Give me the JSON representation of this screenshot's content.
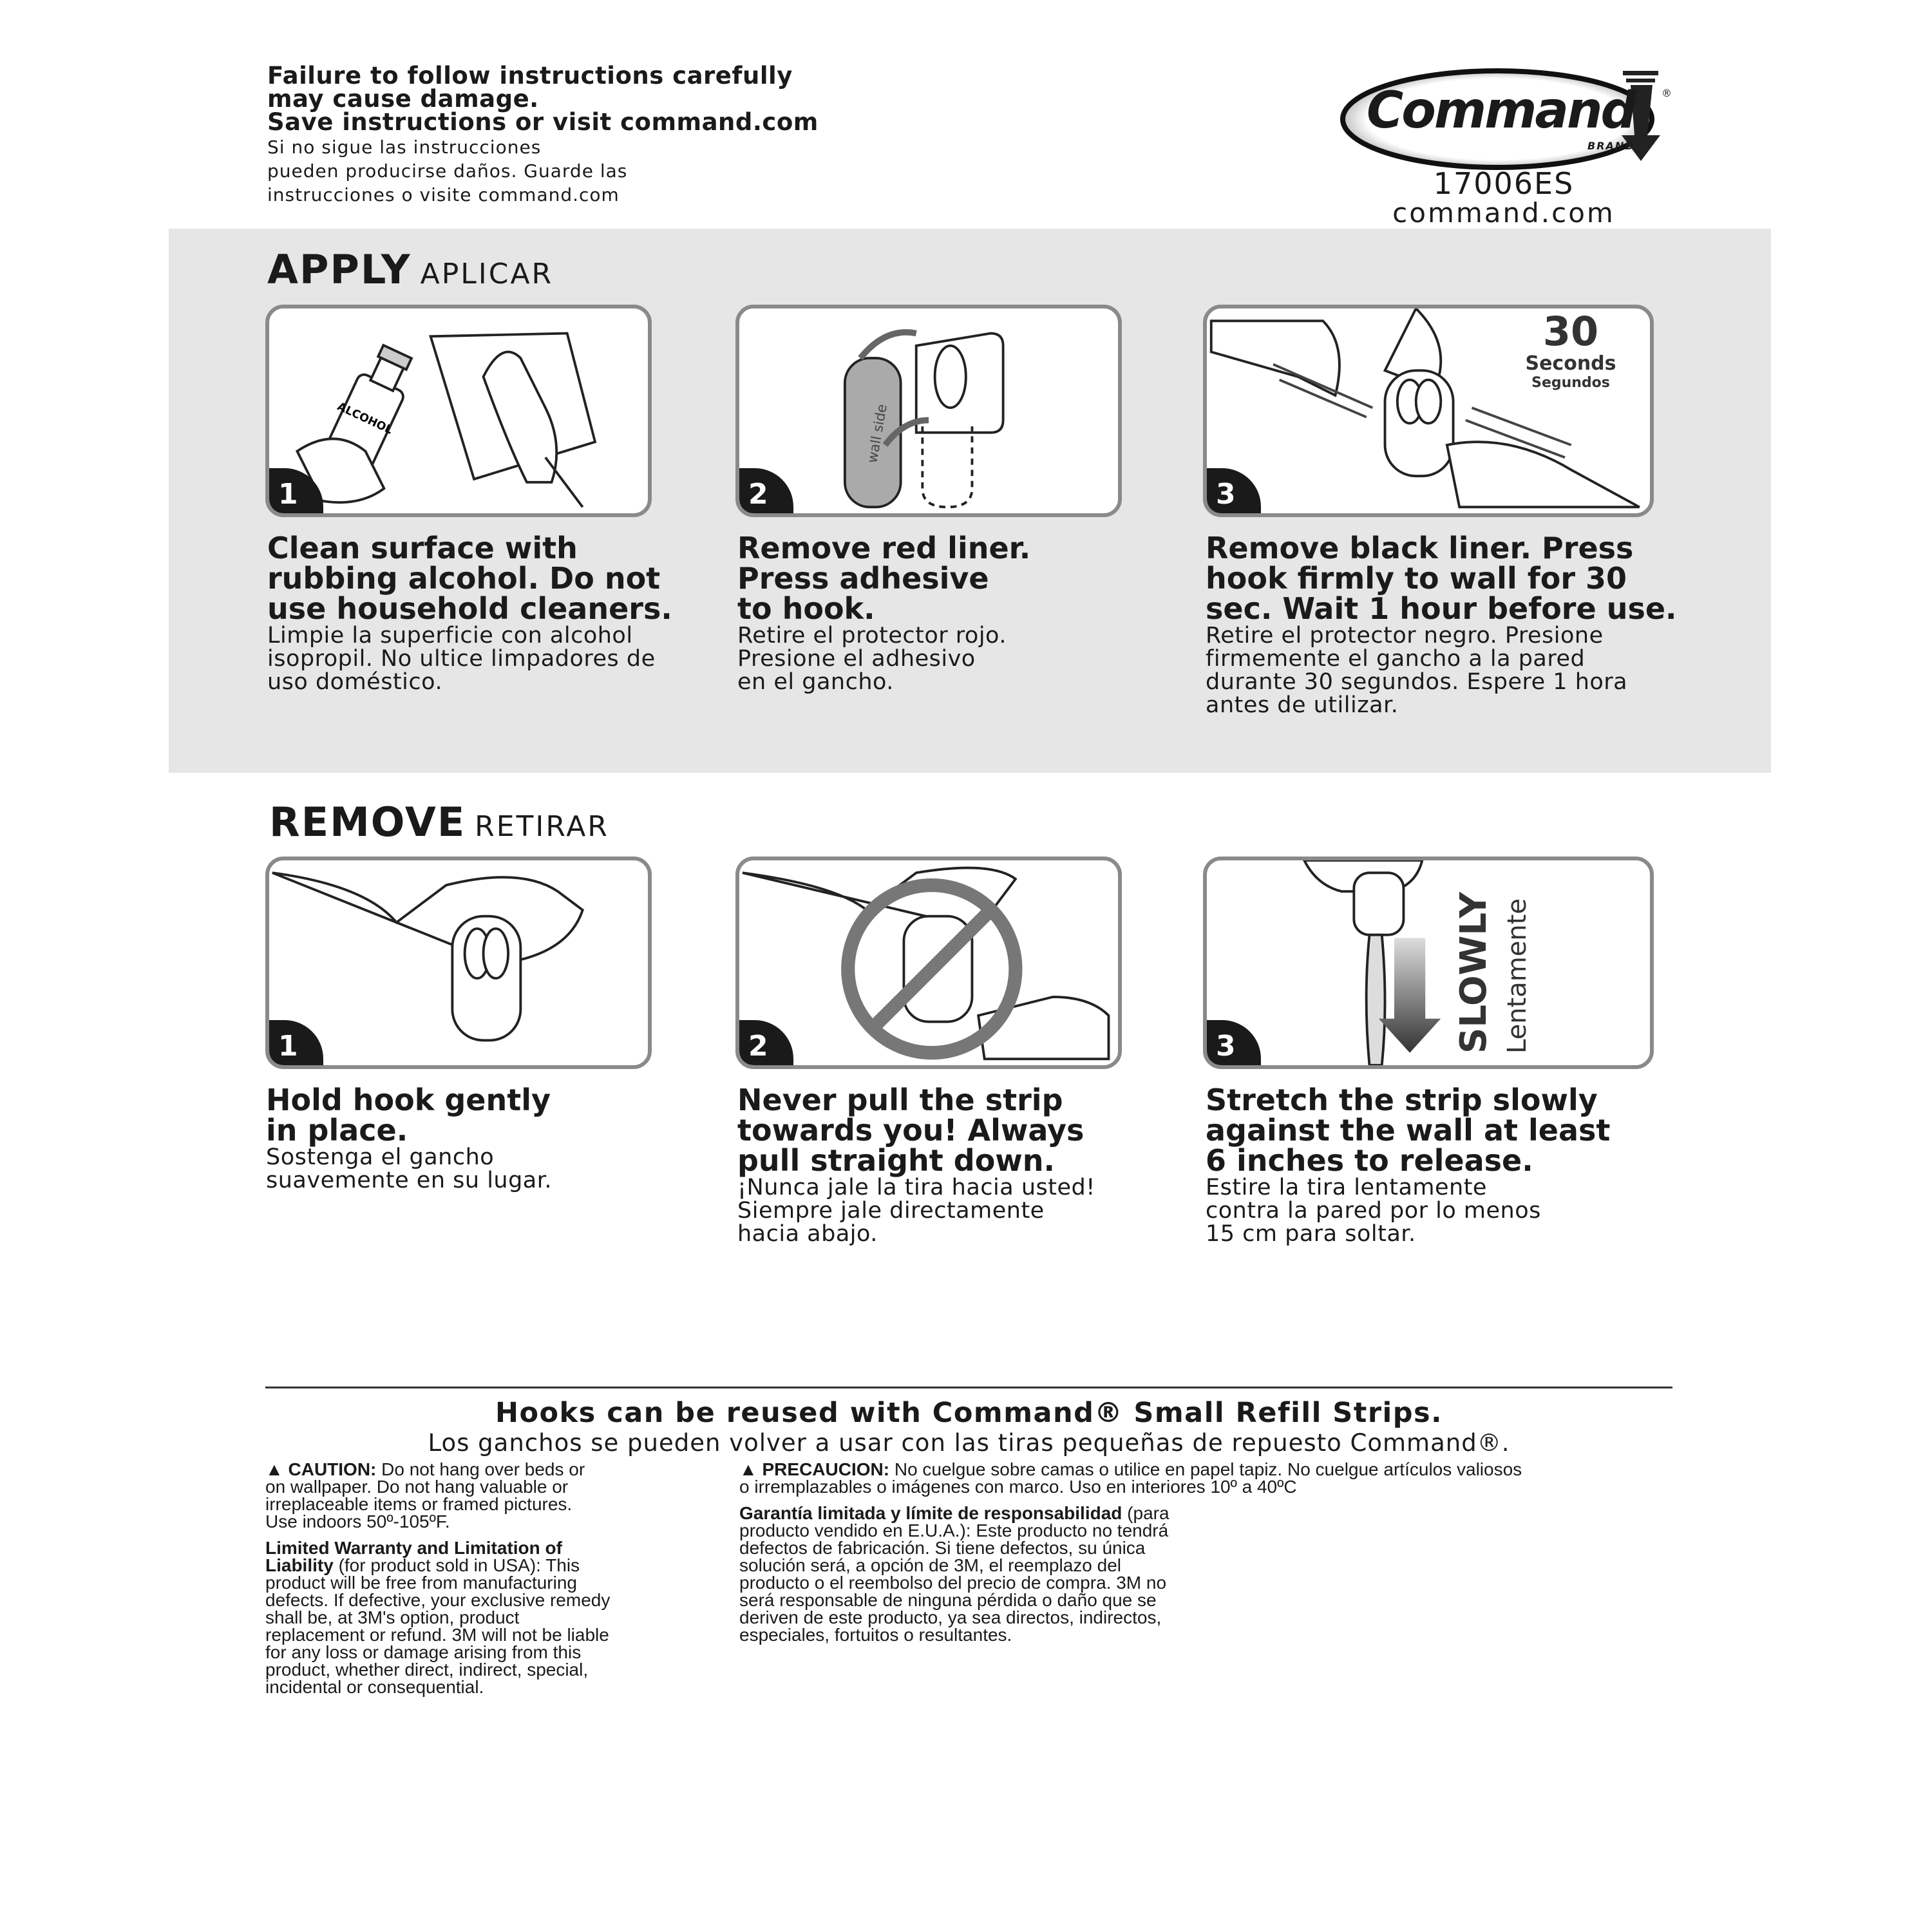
{
  "header": {
    "warning_en": [
      "Failure to follow instructions carefully",
      "may cause damage.",
      "Save instructions or visit command.com"
    ],
    "warning_es": [
      "Si no sigue las instrucciones",
      "pueden producirse daños. Guarde las",
      "instrucciones o visite command.com"
    ]
  },
  "logo": {
    "brand": "Command",
    "sub": "BRAND",
    "registered": "®"
  },
  "product": {
    "code": "17006ES",
    "website": "command.com"
  },
  "apply": {
    "title": "APPLY",
    "title_es": "APLICAR",
    "steps": [
      {
        "number": "1",
        "text": "Clean surface with\nrubbing alcohol. Do not\nuse household cleaners.",
        "text_es": "Limpie la superficie con alcohol\nisopropil. No ultice limpadores de\nuso doméstico.",
        "label": "ALCOHOL"
      },
      {
        "number": "2",
        "text": "Remove red liner.\nPress adhesive\nto hook.",
        "text_es": "Retire el protector rojo.\nPresione el adhesivo\nen el gancho.",
        "label": "wall side"
      },
      {
        "number": "3",
        "text": "Remove black liner. Press\nhook firmly to wall for 30\nsec. Wait 1 hour before use.",
        "text_es": "Retire el protector negro. Presione\nfirmemente el gancho a la pared\ndurante 30 segundos. Espere 1 hora\nantes de utilizar.",
        "timer": "30",
        "timer_unit": "Seconds",
        "timer_unit_es": "Segundos"
      }
    ]
  },
  "remove": {
    "title": "REMOVE",
    "title_es": "RETIRAR",
    "steps": [
      {
        "number": "1",
        "text": "Hold hook gently\nin place.",
        "text_es": "Sostenga el gancho\nsuavemente en su lugar."
      },
      {
        "number": "2",
        "text": "Never pull the strip\ntowards you! Always\npull straight down.",
        "text_es": "¡Nunca jale la tira hacia usted!\nSiempre jale directamente\nhacia abajo."
      },
      {
        "number": "3",
        "text": "Stretch the strip slowly\nagainst the wall at least\n6 inches to release.",
        "text_es": "Estire la tira lentamente\ncontra la pared por lo menos\n15 cm para soltar.",
        "label": "SLOWLY",
        "label_es": "Lentamente"
      }
    ]
  },
  "footer": {
    "reuse": "Hooks can be reused with Command® Small Refill Strips.",
    "reuse_es": "Los ganchos se pueden volver a usar con las tiras pequeñas de repuesto Command®.",
    "caution_label": "CAUTION:",
    "caution_text": " Do not hang over beds or\non wallpaper. Do not hang valuable or\nirreplaceable items or framed pictures.\nUse indoors 50º-105ºF.",
    "warranty_label": "Limited Warranty and Limitation of\nLiability",
    "warranty_text": " (for product sold in USA): This\nproduct will be free from manufacturing\ndefects. If defective, your exclusive remedy\nshall be, at 3M's option, product\nreplacement or refund. 3M will not be liable\nfor any loss or damage arising from this\nproduct, whether direct, indirect, special,\nincidental or consequential.",
    "caution_label_es": "PRECAUCION:",
    "caution_text_es": " No cuelgue sobre camas o utilice en papel tapiz. No cuelgue artículos valiosos\no irremplazables o imágenes con marco. Uso en interiores 10º a 40ºC",
    "warranty_label_es": "Garantía limitada y límite de responsabilidad",
    "warranty_text_es": " (para\nproducto vendido en E.U.A.): Este producto no tendrá\ndefectos de fabricación. Si tiene defectos, su única\nsolución será, a opción de 3M, el reemplazo del\nproducto o el reembolso del precio de compra. 3M no\nserá responsable de ninguna pérdida o daño que se\nderiven de este producto, ya sea directos, indirectos,\nespeciales, fortuitos o resultantes."
  },
  "colors": {
    "band": "#e6e6e6",
    "panel_border": "#8a8a8a",
    "text": "#1a1a1a"
  }
}
